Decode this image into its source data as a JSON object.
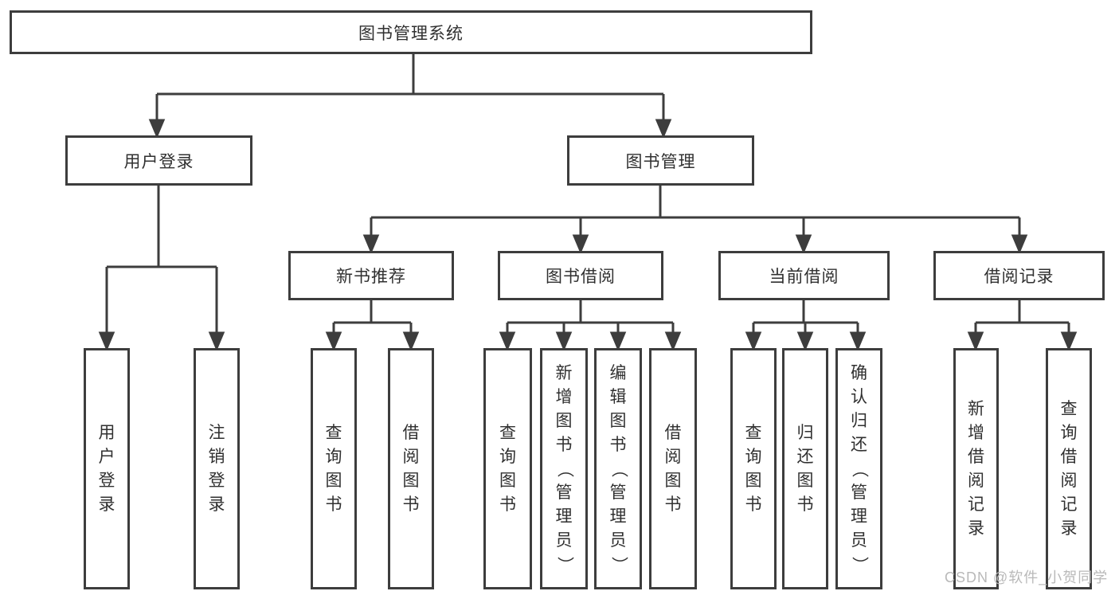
{
  "colors": {
    "line": "#3d3d3d",
    "text": "#303030",
    "watermark": "#b9b9b9",
    "background": "#ffffff"
  },
  "tree": {
    "root": {
      "label": "图书管理系统"
    },
    "children": [
      {
        "label": "用户登录",
        "children": [
          {
            "label": "用户登录"
          },
          {
            "label": "注销登录"
          }
        ]
      },
      {
        "label": "图书管理",
        "children": [
          {
            "label": "新书推荐",
            "children": [
              {
                "label": "查询图书"
              },
              {
                "label": "借阅图书"
              }
            ]
          },
          {
            "label": "图书借阅",
            "children": [
              {
                "label": "查询图书"
              },
              {
                "label": "新增图书（管理员）"
              },
              {
                "label": "编辑图书（管理员）"
              },
              {
                "label": "借阅图书"
              }
            ]
          },
          {
            "label": "当前借阅",
            "children": [
              {
                "label": "查询图书"
              },
              {
                "label": "归还图书"
              },
              {
                "label": "确认归还（管理员）"
              }
            ]
          },
          {
            "label": "借阅记录",
            "children": [
              {
                "label": "新增借阅记录"
              },
              {
                "label": "查询借阅记录"
              }
            ]
          }
        ]
      }
    ]
  },
  "watermark": {
    "text": "CSDN @软件_小贺同学"
  }
}
